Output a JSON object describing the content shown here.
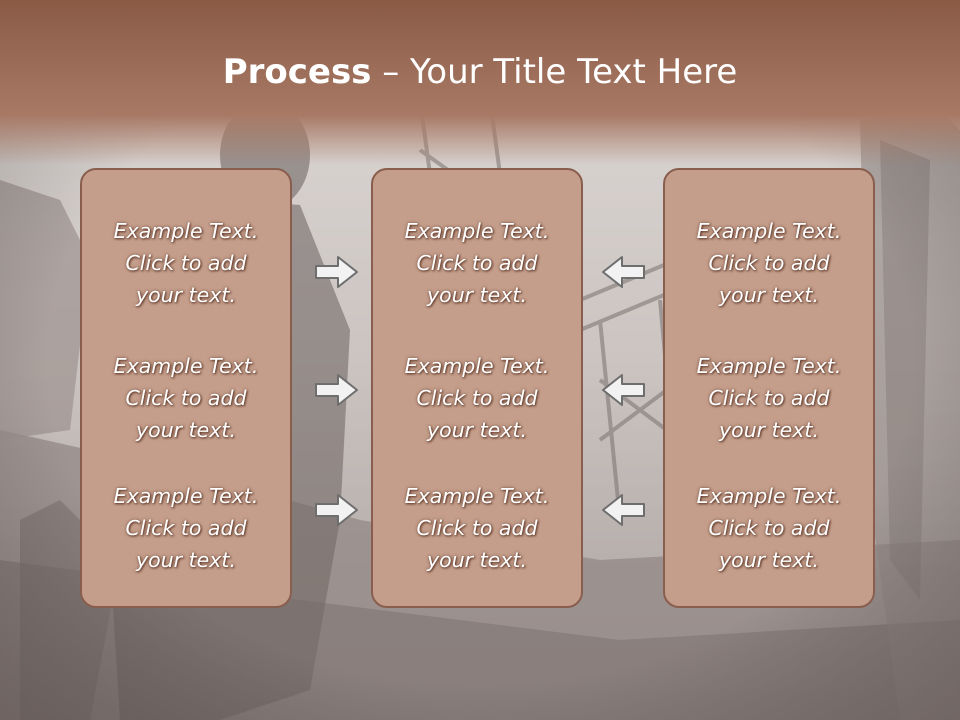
{
  "slide": {
    "title_bold": "Process",
    "title_rest": " – Your Title Text Here"
  },
  "columns": [
    {
      "items": [
        {
          "line1": "Example Text.",
          "line2": "Click  to add",
          "line3": "your text."
        },
        {
          "line1": "Example Text.",
          "line2": "Click  to add",
          "line3": "your text."
        },
        {
          "line1": "Example Text.",
          "line2": "Click  to add",
          "line3": "your text."
        }
      ]
    },
    {
      "items": [
        {
          "line1": "Example Text.",
          "line2": "Click  to add",
          "line3": "your text."
        },
        {
          "line1": "Example Text.",
          "line2": "Click  to add",
          "line3": "your text."
        },
        {
          "line1": "Example Text.",
          "line2": "Click  to add",
          "line3": "your text."
        }
      ]
    },
    {
      "items": [
        {
          "line1": "Example Text.",
          "line2": "Click  to add",
          "line3": "your text."
        },
        {
          "line1": "Example Text.",
          "line2": "Click  to add",
          "line3": "your text."
        },
        {
          "line1": "Example Text.",
          "line2": "Click  to add",
          "line3": "your text."
        }
      ]
    }
  ],
  "arrows": {
    "left_group": [
      "right-arrow-icon",
      "right-arrow-icon",
      "right-arrow-icon"
    ],
    "right_group": [
      "left-arrow-icon",
      "left-arrow-icon",
      "left-arrow-icon"
    ]
  },
  "colors": {
    "title_band": "#a87a66",
    "box_fill": "#c49e8b",
    "box_border": "#8a5e4e",
    "arrow_fill": "#f2f2f2",
    "arrow_stroke": "#6e6e6e"
  }
}
